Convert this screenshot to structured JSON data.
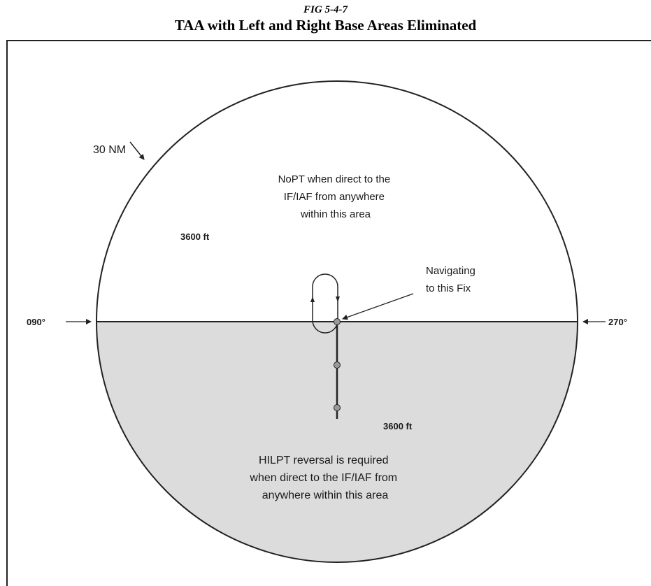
{
  "figure": {
    "number": "FIG 5-4-7",
    "title": "TAA with Left and Right Base Areas Eliminated"
  },
  "diagram": {
    "radius_label": "30 NM",
    "upper_area": {
      "altitude": "3600 ft",
      "note_lines": [
        "NoPT when direct to the",
        "IF/IAF from anywhere",
        "within this area"
      ]
    },
    "lower_area": {
      "altitude": "3600 ft",
      "note_lines": [
        "HILPT reversal is required",
        "when direct to the IF/IAF from",
        "anywhere within this area"
      ]
    },
    "fix_callout_lines": [
      "Navigating",
      "to this Fix"
    ],
    "left_bearing": "090°",
    "right_bearing": "270°",
    "colors": {
      "lower_area_fill": "#dcdcdc",
      "outline": "#222222"
    }
  }
}
